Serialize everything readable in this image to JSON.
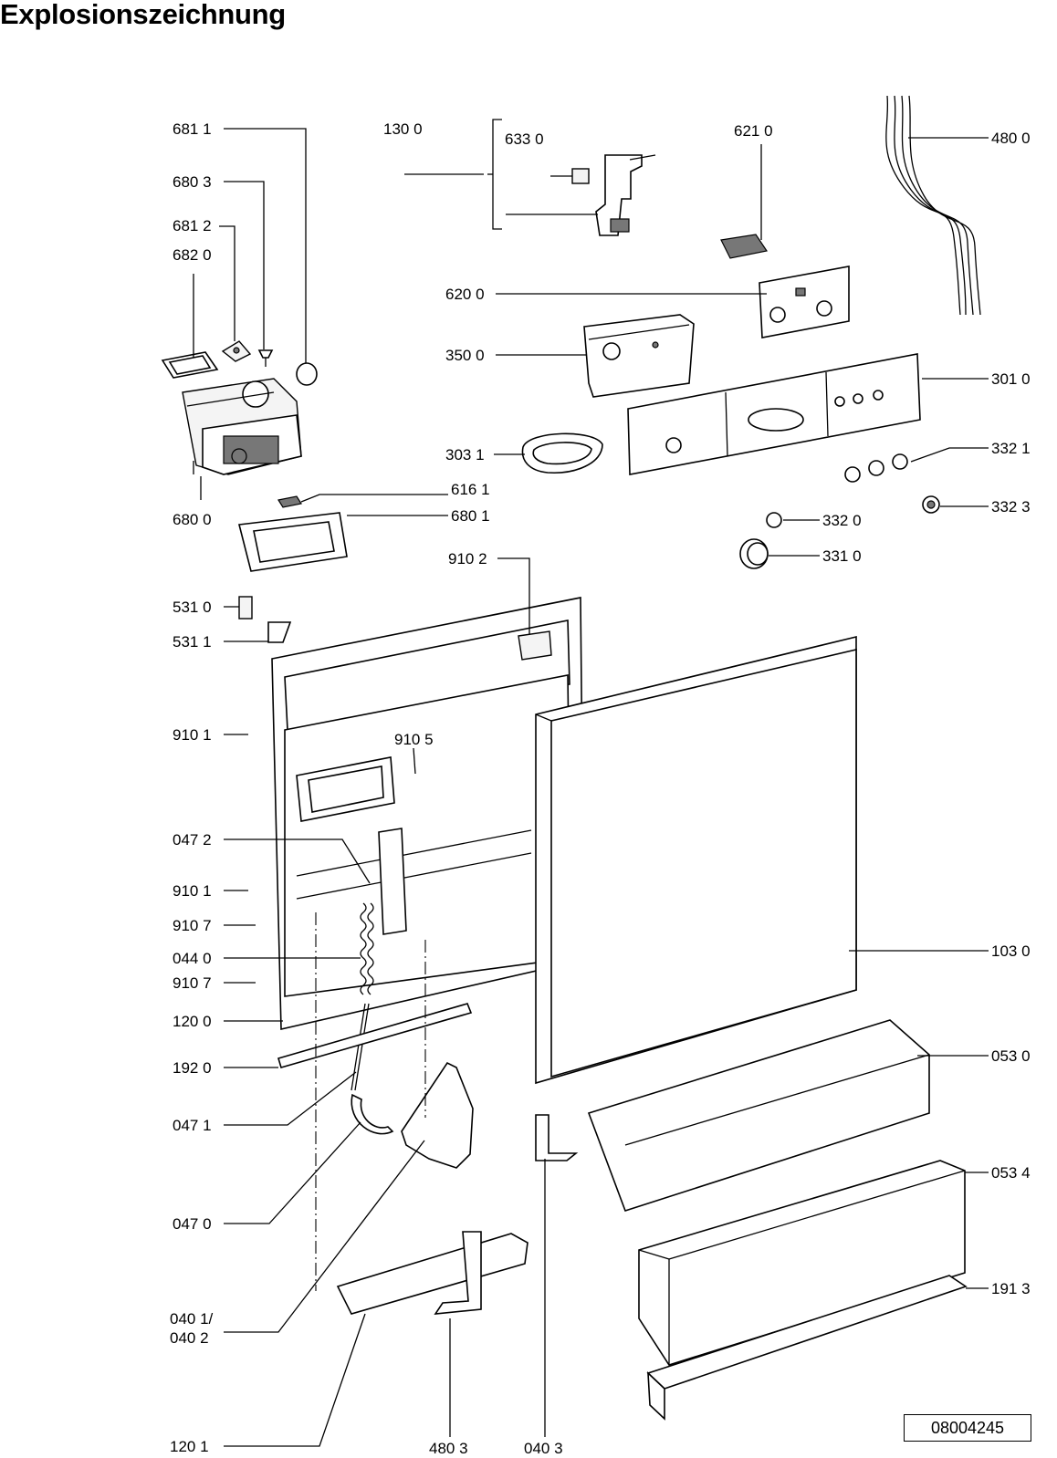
{
  "title": "Explosionszeichnung",
  "document_number": "08004245",
  "part_labels": {
    "p681_1": "681 1",
    "p680_3": "680 3",
    "p681_2": "681 2",
    "p682_0": "682 0",
    "p680_0": "680 0",
    "p130_0": "130 0",
    "p633_0": "633 0",
    "p621_0": "621 0",
    "p480_0": "480 0",
    "p620_0": "620 0",
    "p350_0": "350 0",
    "p301_0": "301 0",
    "p303_1": "303 1",
    "p332_1": "332 1",
    "p332_3": "332 3",
    "p616_1": "616 1",
    "p680_1": "680 1",
    "p332_0": "332 0",
    "p331_0": "331 0",
    "p910_2": "910 2",
    "p531_0": "531 0",
    "p531_1": "531 1",
    "p910_1a": "910 1",
    "p910_5": "910 5",
    "p047_2": "047 2",
    "p910_1b": "910 1",
    "p910_7a": "910 7",
    "p044_0": "044 0",
    "p910_7b": "910 7",
    "p103_0": "103 0",
    "p120_0": "120 0",
    "p192_0": "192 0",
    "p053_0": "053 0",
    "p047_1": "047 1",
    "p053_4": "053 4",
    "p047_0": "047 0",
    "p191_3": "191 3",
    "p040_1": "040 1/",
    "p040_2": "040 2",
    "p120_1": "120 1",
    "p480_3": "480 3",
    "p040_3": "040 3"
  }
}
